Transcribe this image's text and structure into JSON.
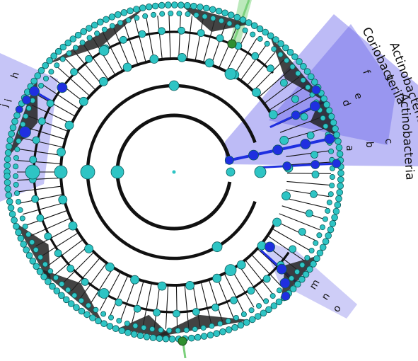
{
  "colors": {
    "node_default": "#2ec4c4",
    "node_stroke": "#0b5a5a",
    "node_highlight": "#1f2fe0",
    "node_green": "#2f8f2f",
    "shade_blue": "#7c7ff2",
    "shade_light": "#a9a8ee",
    "edge": "#111111",
    "stem_green": "#7bd07b"
  },
  "labels": {
    "actinobacteria_clade": "Actinobacteria",
    "coriobacteriia_clade": "Coriobacteriia",
    "actinobacteria_class": "Actinobacteria",
    "letter_a": "a",
    "letter_b": "b",
    "letter_c": "c",
    "letter_d": "d",
    "letter_e": "e",
    "letter_f": "f",
    "letter_g": "g",
    "letter_h": "h",
    "letter_i": "i",
    "letter_j": "j",
    "letter_m": "m",
    "letter_n": "n",
    "letter_o": "o"
  }
}
